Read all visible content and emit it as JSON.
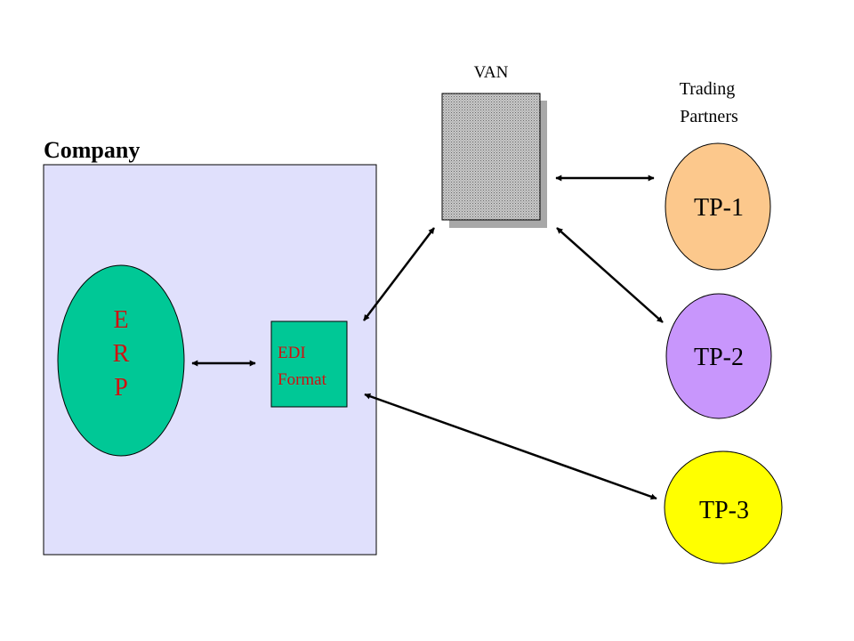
{
  "company": {
    "label": "Company",
    "fill": "#e0e0fc"
  },
  "erp": {
    "letters": [
      "E",
      "R",
      "P"
    ],
    "fill": "#00c896",
    "text_color": "#d01010"
  },
  "edi": {
    "line1": "EDI",
    "line2": "Format",
    "fill": "#00c896",
    "text_color": "#d01010"
  },
  "van": {
    "label": "VAN"
  },
  "trading_partners": {
    "line1": "Trading",
    "line2": "Partners"
  },
  "partners": [
    {
      "label": "TP-1",
      "fill": "#fcc88c"
    },
    {
      "label": "TP-2",
      "fill": "#c896fc"
    },
    {
      "label": "TP-3",
      "fill": "#ffff00"
    }
  ]
}
